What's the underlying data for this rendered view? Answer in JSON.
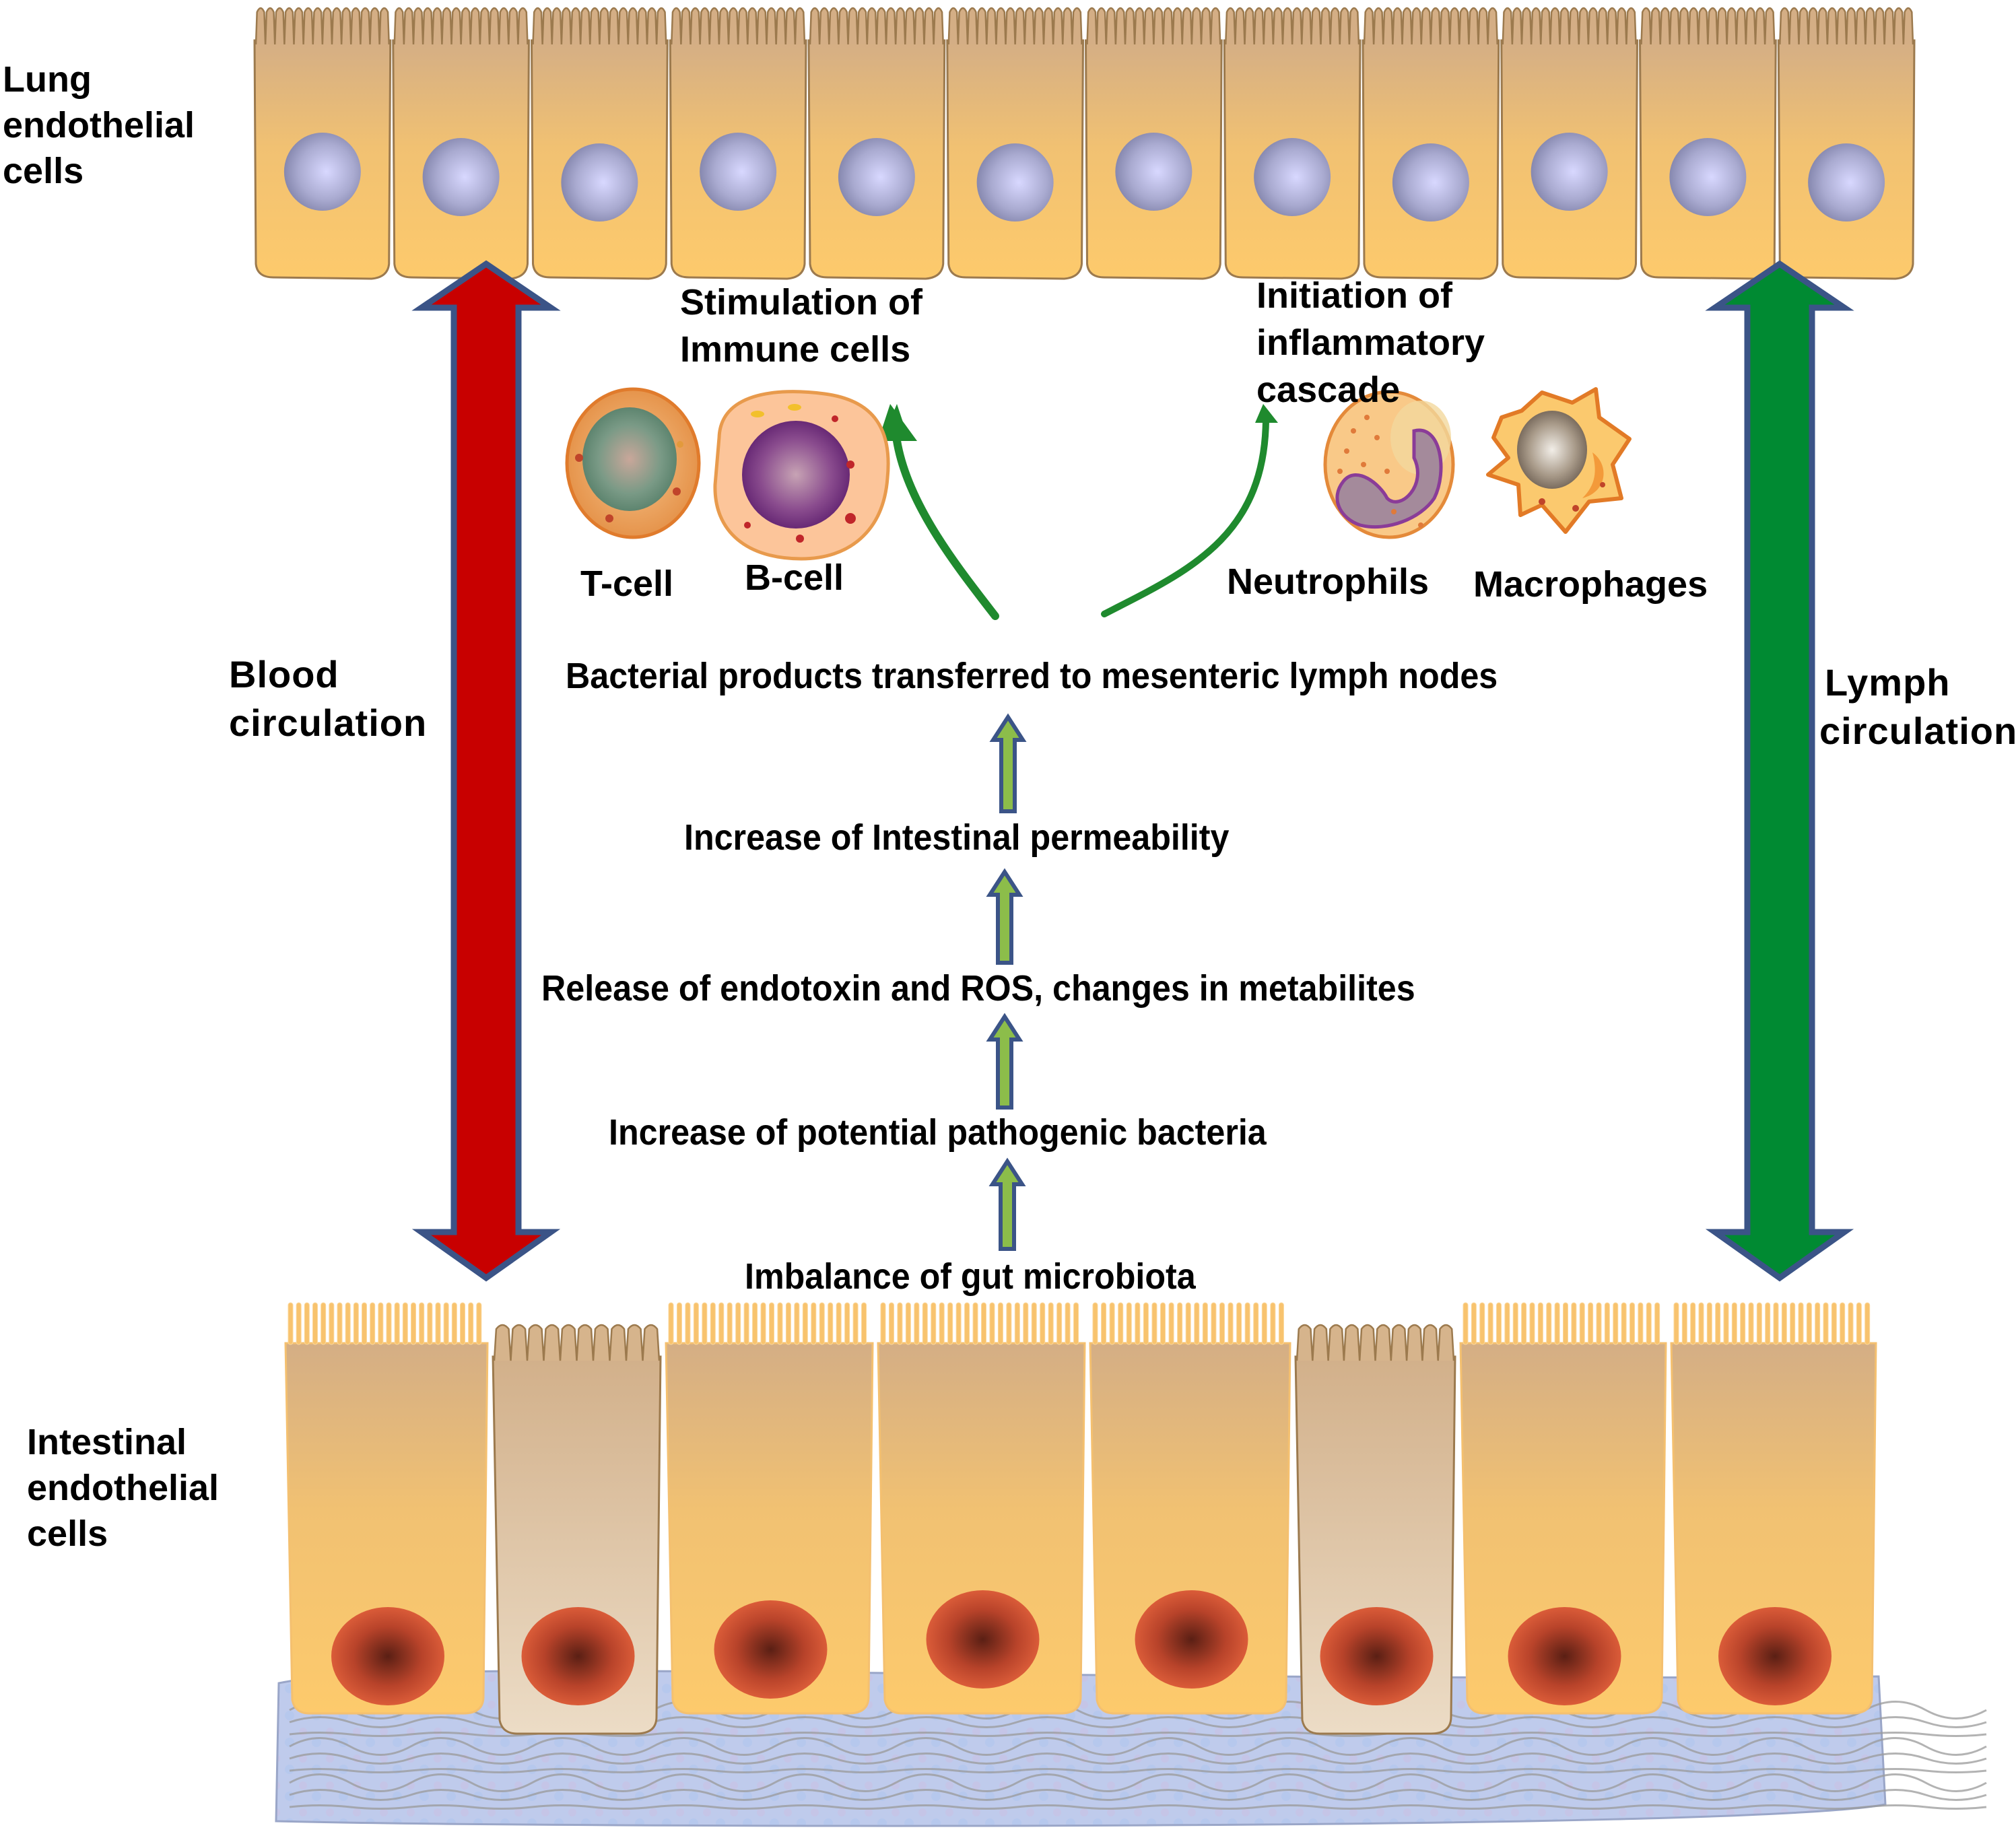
{
  "figure": {
    "labels": {
      "lung_cells": [
        "Lung",
        "endothelial",
        "cells"
      ],
      "intestinal_cells": [
        "Intestinal",
        "endothelial",
        "cells"
      ],
      "blood_circulation": [
        "Blood",
        "circulation"
      ],
      "lymph_circulation": [
        "Lymph",
        "circulation"
      ],
      "stimulation": [
        "Stimulation of",
        "Immune cells"
      ],
      "initiation": [
        "Initiation of",
        "inflammatory",
        "cascade"
      ]
    },
    "immune_cells": [
      {
        "name": "T-cell"
      },
      {
        "name": "B-cell"
      },
      {
        "name": "Neutrophils"
      },
      {
        "name": "Macrophages"
      }
    ],
    "pathway_steps": [
      "Imbalance of gut microbiota",
      "Increase of potential pathogenic bacteria",
      "Release of endotoxin and ROS, changes in metabilites",
      "Increase of Intestinal permeability",
      "Bacterial products transferred to mesenteric lymph nodes"
    ],
    "colors": {
      "cell_body_top": "#d7b287",
      "cell_body_bottom": "#fdc96a",
      "lung_nucleus": "#8a8cb4",
      "intestinal_nucleus": "#e2603a",
      "blood_arrow": "#c80000",
      "lymph_arrow": "#008a32",
      "arrow_outline": "#3b5487",
      "step_arrow_fill": "#8cbd4a",
      "curved_arrow": "#1f8a2e",
      "basement": "#bcc9ea"
    }
  }
}
